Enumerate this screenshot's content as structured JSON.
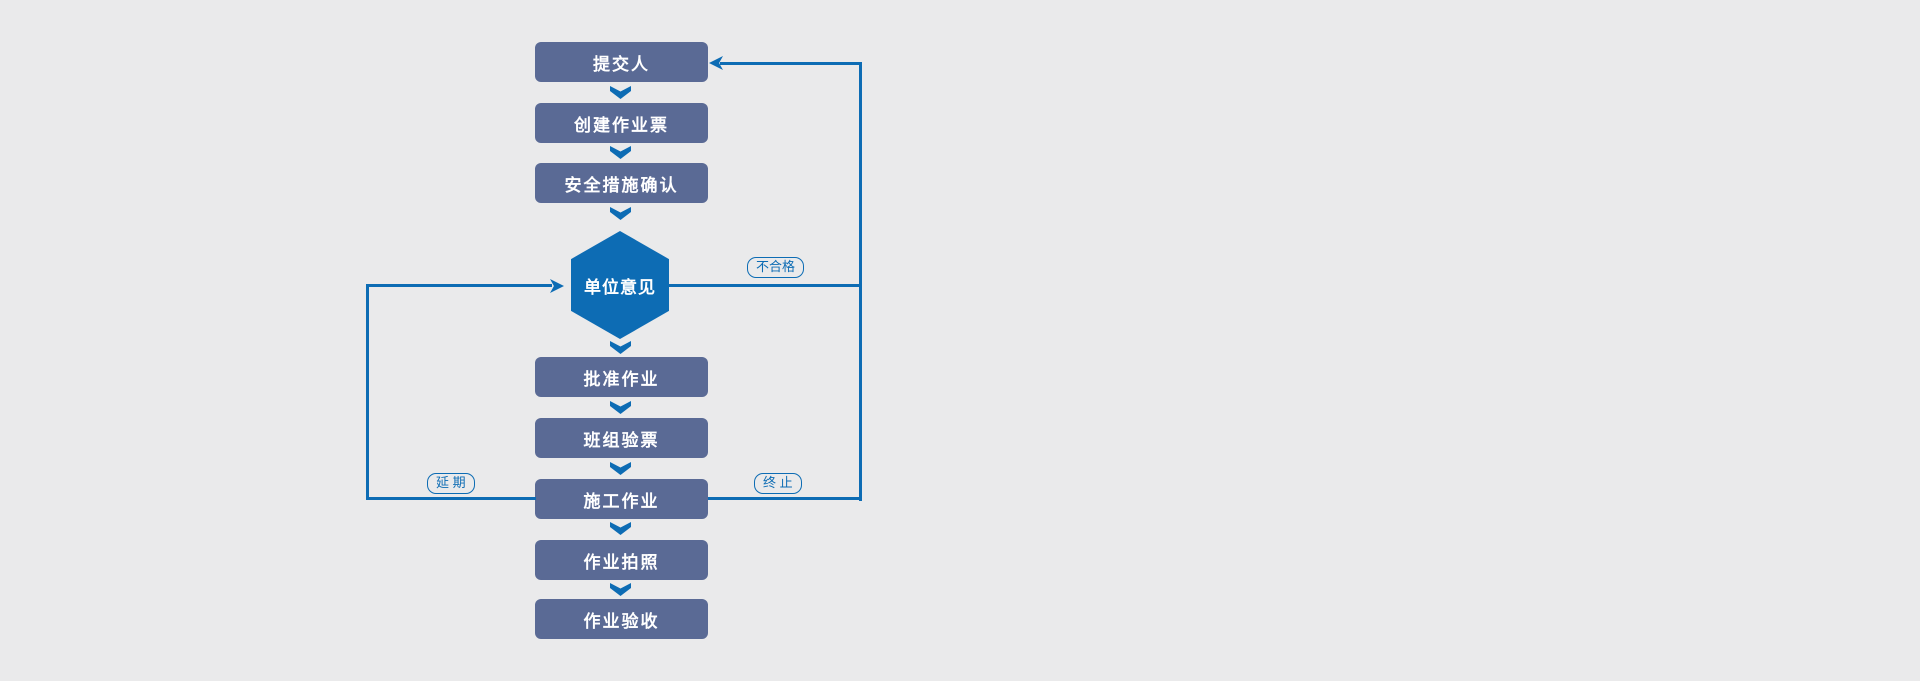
{
  "flow": {
    "steps": [
      "提交人",
      "创建作业票",
      "安全措施确认",
      "批准作业",
      "班组验票",
      "施工作业",
      "作业拍照",
      "作业验收"
    ],
    "decision_label": "单位意见",
    "edge_labels": {
      "reject": "不合格",
      "postpone": "延 期",
      "terminate": "终 止"
    }
  },
  "colors": {
    "background": "#eaeaeb",
    "node_fill": "#5a6a95",
    "node_text": "#ffffff",
    "accent": "#0d6cb4"
  }
}
